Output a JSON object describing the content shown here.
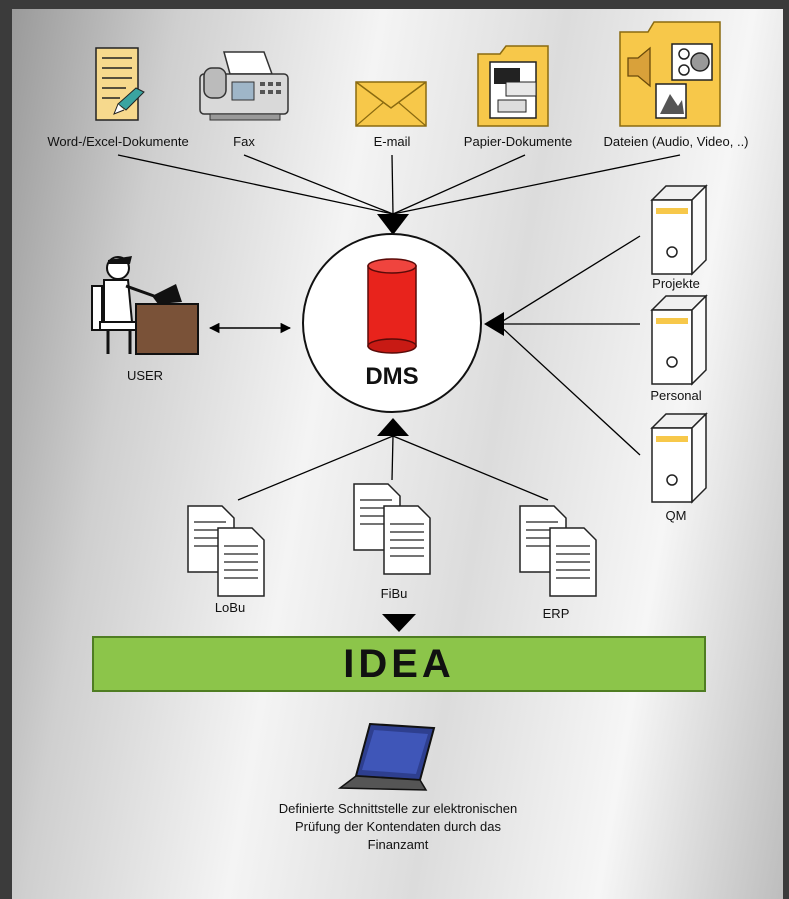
{
  "sources": {
    "word_excel": "Word-/Excel-Dokumente",
    "fax": "Fax",
    "email": "E-mail",
    "paper": "Papier-Dokumente",
    "files": "Dateien (Audio, Video, ..)"
  },
  "center": {
    "label": "DMS"
  },
  "user": {
    "label": "USER"
  },
  "folders": [
    "Projekte",
    "Personal",
    "QM"
  ],
  "docs": [
    "LoBu",
    "FiBu",
    "ERP"
  ],
  "idea": {
    "label": "IDEA"
  },
  "caption": "Definierte Schnittstelle zur elektronischen Prüfung der Kontendaten durch das Finanzamt",
  "colors": {
    "cylinder": "#e8231c",
    "idea_bar": "#8cc54a",
    "folder_yellow": "#f7c84a"
  }
}
